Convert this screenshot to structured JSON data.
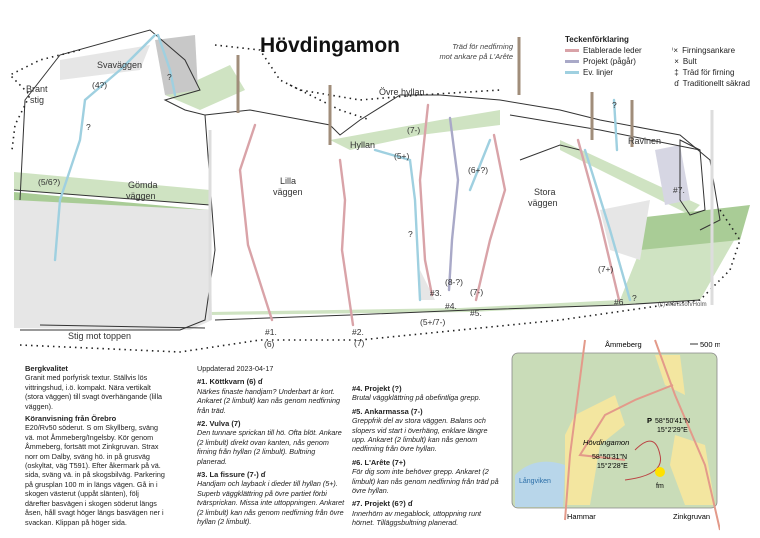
{
  "title": "Hövdingamon",
  "tree_note": [
    "Träd för nedfirning",
    "mot ankare på L'Arête"
  ],
  "legend": {
    "title": "Teckenförklaring",
    "lines": [
      {
        "label": "Etablerade leder",
        "color": "#d9a3a8"
      },
      {
        "label": "Projekt (pågår)",
        "color": "#a9a9c8"
      },
      {
        "label": "Ev. linjer",
        "color": "#9fd0e0"
      }
    ],
    "symbols": [
      {
        "icon": "rappel-anchor-icon",
        "label": "Firningsankare"
      },
      {
        "icon": "bolt-icon",
        "label": "Bult"
      },
      {
        "icon": "rappel-tree-icon",
        "label": "Träd för firning"
      },
      {
        "icon": "trad-gear-icon",
        "label": "Traditionellt säkrad"
      }
    ]
  },
  "topo": {
    "areas": {
      "svavaggen": "Svaväggen",
      "brant_stig": [
        "Brant",
        "stig"
      ],
      "gomda": [
        "Gömda",
        "väggen"
      ],
      "lilla": [
        "Lilla",
        "väggen"
      ],
      "hyllan": "Hyllan",
      "ovre_hyllan": "Övre hyllan",
      "stora": [
        "Stora",
        "väggen"
      ],
      "ravinen": "Ravinen",
      "stig": "Stig mot toppen",
      "copyright": "(c) Månsson/Holm"
    },
    "grades": {
      "g4q": "(4?)",
      "q1": "?",
      "q2": "?",
      "g56": "(5/6?)",
      "g7m_top": "(7-)",
      "g5p": "(5+)",
      "g6pq": "(6+?)",
      "g8mq": "(8-?)",
      "g7m": "(7-)",
      "g7p": "(7+)",
      "g5p7m": "(5+/7-)",
      "q3": "?",
      "q4": "?",
      "q5": "?",
      "r1": "#1.",
      "r1g": "(6)",
      "r2": "#2.",
      "r2g": "(7)",
      "r3": "#3.",
      "r4": "#4.",
      "r5": "#5.",
      "r6": "#6.",
      "r7": "#7."
    }
  },
  "info": {
    "rock_title": "Bergkvalitet",
    "rock_text": "Granit med porfyrisk textur. Ställvis lös vittringshud, i.ö. kompakt. Nära vertikalt (stora väggen) till svagt överhängande (lilla väggen).",
    "dir_title": "Köranvisning från Örebro",
    "dir_text": "E20/Rv50 söderut. S om Skyllberg, sväng vä. mot Åmmeberg/Ingelsby. Kör genom Åmmeberg, fortsätt mot Zinkgruvan. Strax norr om Dalby, sväng hö. in på grusväg (oskyltat, väg T591). Efter åkermark på vä. sida, sväng vä. in på skogsbilväg. Parkering på grusplan 100 m in längs vägen. Gå in i skogen västerut (uppåt slänten), följ därefter basvägen i skogen söderut längs åsen, håll svagt höger längs basvägen ner i svackan. Klippan på höger sida."
  },
  "updated": "Uppdaterad 2023-04-17",
  "routes": [
    {
      "title": "#1.  Köttkvarn (6)",
      "trad": true,
      "text": "Närkes finaste handjam? Underbart är kort. Ankaret (2 limbult) kan nås genom nedfirning från träd."
    },
    {
      "title": "#2.  Vulva (7)",
      "trad": false,
      "text": "Den tunnare sprickan till hö. Ofta blöt. Ankare (2 limbult) direkt ovan kanten, nås genom firning från hyllan (2 limbult). Bultning planerad."
    },
    {
      "title": "#3.  La fissure (7-)",
      "trad": true,
      "text": "Handjam och layback i dieder till hyllan (5+). Superb väggklättring på övre partiet förbi tvärsprickan. Missa inte uttoppningen. Ankaret (2 limbult) kan nås genom nedfirning från övre hyllan (2 limbult)."
    },
    {
      "title": "#4.  Projekt (?)",
      "trad": false,
      "text": "Brutal väggklättring på obefintliga grepp."
    },
    {
      "title": "#5.  Ankarmassa (7-)",
      "trad": false,
      "text": "Greppfrik del av stora väggen. Balans och slopers vid start i överhäng, enklare längre upp. Ankaret (2 limbult) kan nås genom nedfirning från övre hyllan."
    },
    {
      "title": "#6.  L'Arête (7+)",
      "trad": false,
      "text": "För dig som inte behöver grepp. Ankaret (2 limbult) kan nås genom nedfirning från träd på övre hyllan."
    },
    {
      "title": "#7.  Projekt (6?)",
      "trad": true,
      "text": "Innerhörn av megablock, uttoppning runt hörnet. Tilläggsbultning planerad."
    }
  ],
  "map": {
    "north": "Åmmeberg",
    "scale": "500 m",
    "sw": "Hammar",
    "se": "Zinkgruvan",
    "crag": "Hövdingamon",
    "crag_coords": [
      "58°50'31\"N",
      "15°2'28\"E"
    ],
    "parking": "P",
    "parking_coords": [
      "58°50'41\"N",
      "15°2'29\"E"
    ],
    "lake": "Långviken",
    "fm": "fm",
    "colors": {
      "forest": "#c9dcb8",
      "field": "#f3e6a0",
      "water": "#b8d6ea",
      "road": "#e39a8a",
      "sun": "#ffe100"
    }
  }
}
